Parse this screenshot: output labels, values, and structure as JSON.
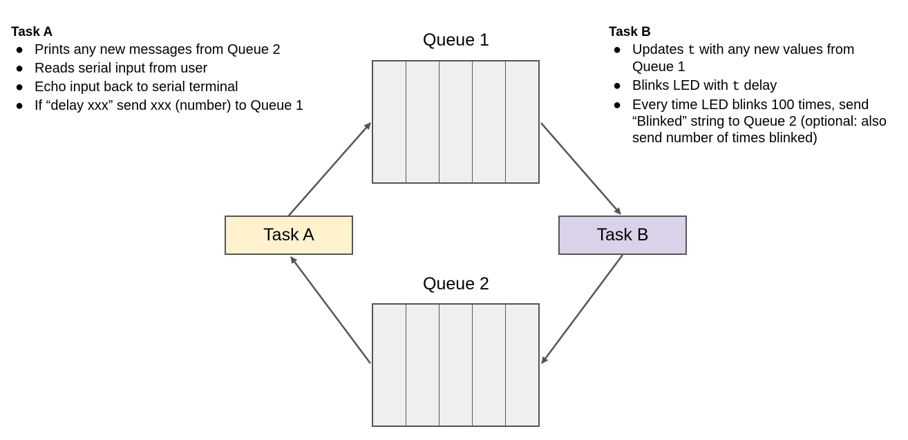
{
  "task_a_notes": {
    "title": "Task A",
    "bullet": "●",
    "items": [
      "Prints any new messages from Queue 2",
      "Reads serial input from user",
      "Echo input back to serial terminal",
      "If “delay xxx” send xxx (number) to Queue 1"
    ]
  },
  "task_b_notes": {
    "title": "Task B",
    "bullet": "●",
    "item1_pre": "Updates ",
    "item1_code": "t",
    "item1_post": " with any new values from Queue 1",
    "item2_pre": "Blinks LED with ",
    "item2_code": "t",
    "item2_post": " delay",
    "item3": "Every time LED blinks 100 times, send “Blinked” string to Queue 2 (optional: also send number of times blinked)"
  },
  "queue1": {
    "label": "Queue 1",
    "slots": 5
  },
  "queue2": {
    "label": "Queue 2",
    "slots": 5
  },
  "task_a_box": {
    "label": "Task A",
    "color": "#fff2cc"
  },
  "task_b_box": {
    "label": "Task B",
    "color": "#d9d2e9"
  },
  "colors": {
    "stroke": "#555555",
    "queue_fill": "#efefef"
  }
}
